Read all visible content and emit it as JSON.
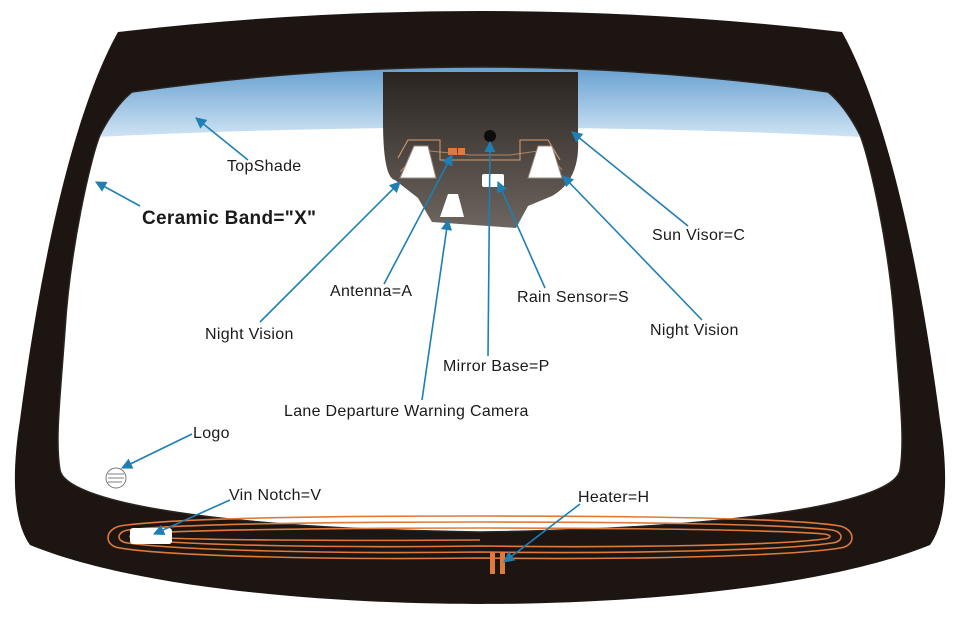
{
  "labels": {
    "top_shade": "TopShade",
    "ceramic_band": "Ceramic Band=\"X\"",
    "antenna": "Antenna=A",
    "night_vision_left": "Night Vision",
    "mirror_base": "Mirror Base=P",
    "rain_sensor": "Rain Sensor=S",
    "sun_visor": "Sun Visor=C",
    "night_vision_right": "Night Vision",
    "lane_camera": "Lane Departure Warning Camera",
    "logo": "Logo",
    "vin_notch": "Vin Notch=V",
    "heater": "Heater=H"
  },
  "colors": {
    "glass_frame": "#1c1512",
    "glass": "#ffffff",
    "shade_top": "#3f86c3",
    "shade_bottom": "#cfe3f3",
    "arrow": "#1f7fb3",
    "heater_wire": "#e07a3a",
    "bracket": "#4a4440"
  }
}
